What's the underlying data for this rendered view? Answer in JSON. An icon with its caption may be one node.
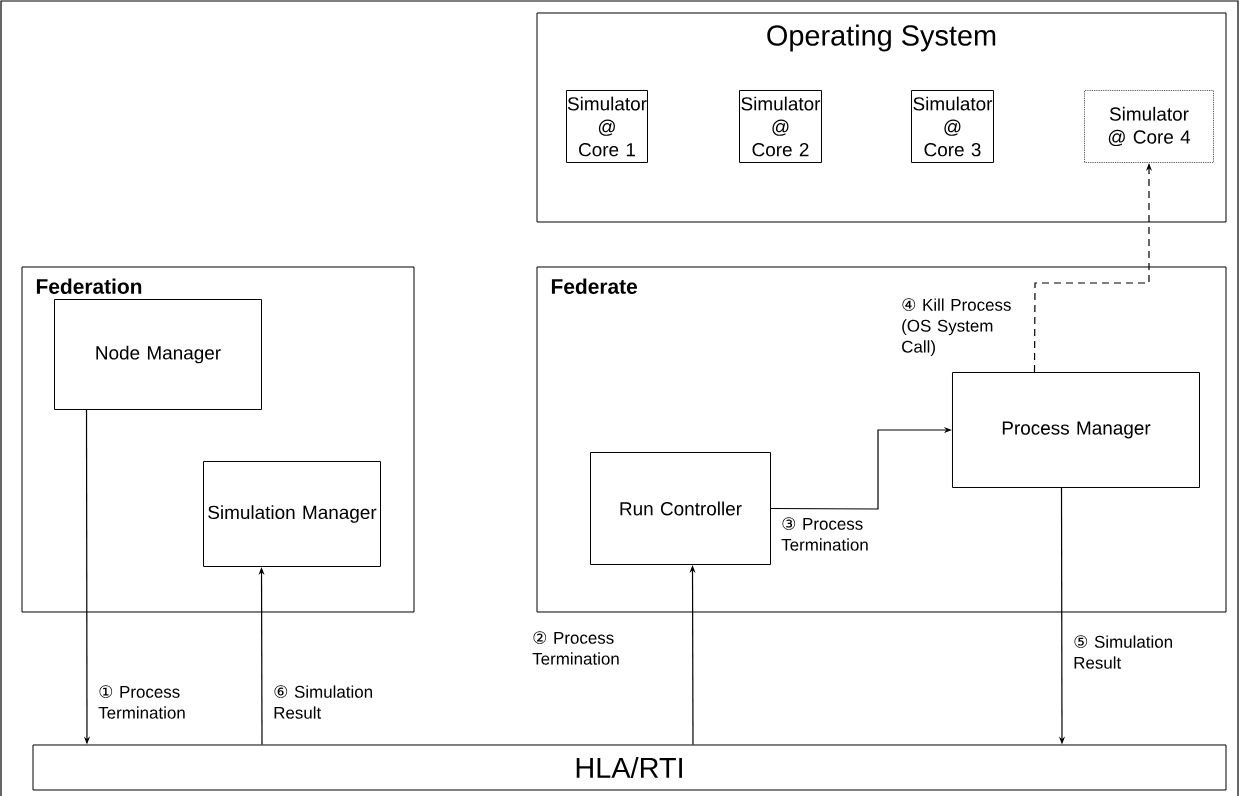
{
  "diagram": {
    "nodes": [
      {
        "text": [
          "Operating System"
        ]
      },
      {
        "text": [
          "Simulator @ Core 1"
        ],
        "in": 0
      },
      {
        "text": [
          "Simulator @ Core 2"
        ],
        "in": 0
      },
      {
        "text": [
          "Simulator @ Core 3"
        ],
        "in": 0
      },
      {
        "text": [
          "Simulator @ Core 4"
        ],
        "in": 0
      },
      {
        "text": [
          "Federation"
        ]
      },
      {
        "text": [
          "Node Manager"
        ],
        "in": 5
      },
      {
        "text": [
          "Simulation Manager"
        ],
        "in": 5
      },
      {
        "text": [
          "Federate"
        ]
      },
      {
        "text": [
          "Process Manager"
        ],
        "in": 8
      },
      {
        "text": [
          "Run Controller"
        ],
        "in": 8
      },
      {
        "text": [
          "HLA/RTI"
        ]
      }
    ],
    "edges": [
      {
        "from": 6,
        "to": 11,
        "arrow": "to",
        "label": "① Process Termination"
      },
      {
        "from": 11,
        "to": 7,
        "arrow": "to",
        "label": "⑥ Simulation Result"
      },
      {
        "from": 11,
        "to": 10,
        "arrow": "to",
        "label": "② Process Termination"
      },
      {
        "from": 10,
        "to": 9,
        "arrow": "to",
        "label": "③ Process Termination"
      },
      {
        "from": 9,
        "to": 4,
        "arrow": "to",
        "label": "④ Kill Process (OS System Call)",
        "style": "dashed"
      },
      {
        "from": 9,
        "to": 11,
        "arrow": "to",
        "label": "⑤ Simulation Result"
      }
    ]
  }
}
